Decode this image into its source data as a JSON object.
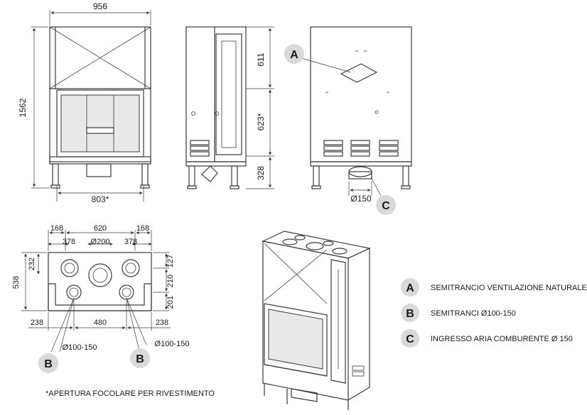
{
  "dimensions": {
    "front_width": "956",
    "front_height": "1562",
    "front_opening": "803*",
    "side_top": "611",
    "side_mid": "623*",
    "side_bottom": "328",
    "back_diameter": "Ø150",
    "top_168_left": "168",
    "top_620": "620",
    "top_168_right": "168",
    "top_378_left": "378",
    "top_d200": "Ø200",
    "top_378_right": "378",
    "top_538": "538",
    "top_232": "232",
    "top_127": "127",
    "top_210": "210",
    "top_201": "201",
    "top_238_left": "238",
    "top_480": "480",
    "top_238_right": "238",
    "top_d100_left": "Ø100-150",
    "top_d100_right": "Ø100-150"
  },
  "callouts": {
    "A": "A",
    "B": "B",
    "C": "C"
  },
  "legend": [
    {
      "letter": "A",
      "text": "SEMITRANCIO VENTILAZIONE NATURALE"
    },
    {
      "letter": "B",
      "text": "SEMITRANCI Ø100-150"
    },
    {
      "letter": "C",
      "text": "INGRESSO ARIA COMBURENTE Ø 150"
    }
  ],
  "footnote": "*APERTURA FOCOLARE PER RIVESTIMENTO",
  "colors": {
    "line": "#3a3a3a",
    "callout_fill": "#d9d9d9"
  }
}
